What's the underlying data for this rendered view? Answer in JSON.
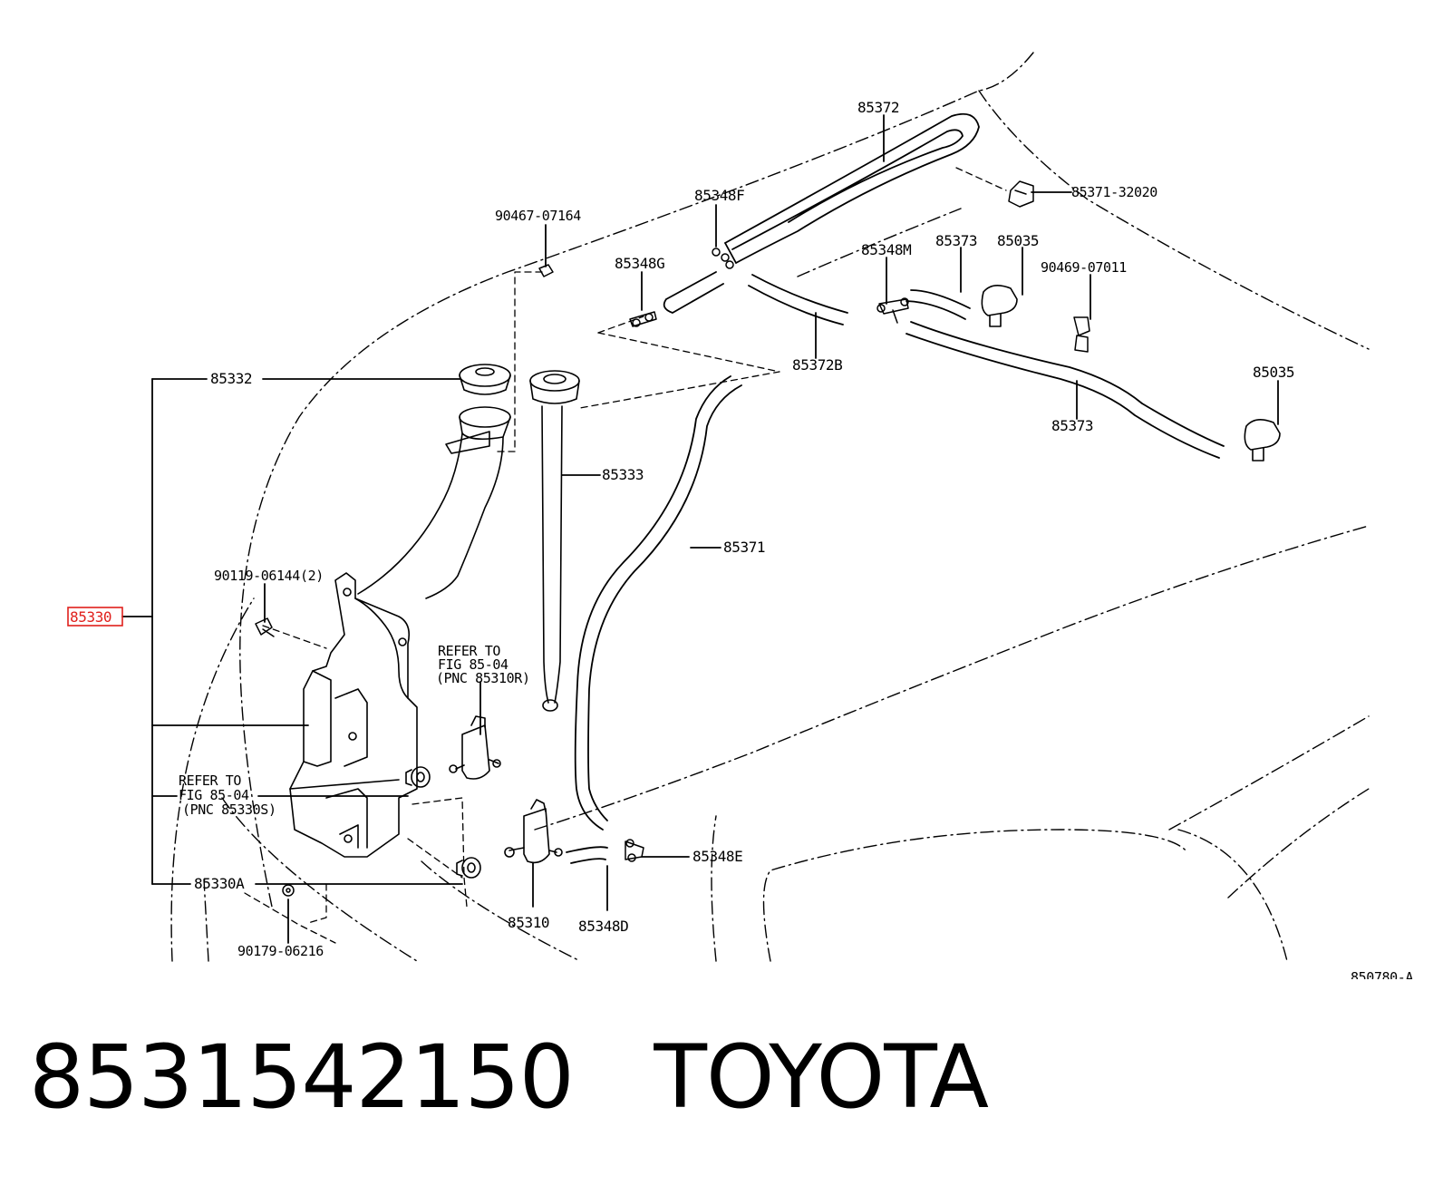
{
  "diagram": {
    "figure_code": "850780-A",
    "highlight_color": "#e0201c",
    "refer_notes": [
      {
        "line1": "REFER TO",
        "line2": "FIG 85-04",
        "line3": "(PNC 85310R)"
      },
      {
        "line1": "REFER TO",
        "line2": "FIG 85-04",
        "line3": "(PNC 85330S)"
      }
    ],
    "labels": {
      "p85372": "85372",
      "p85371_32020": "85371-32020",
      "p85348F": "85348F",
      "p90467_07164": "90467-07164",
      "p85348G": "85348G",
      "p85348M": "85348M",
      "p85373_top": "85373",
      "p85035_top": "85035",
      "p90469_07011": "90469-07011",
      "p85372B": "85372B",
      "p85332": "85332",
      "p85035_right": "85035",
      "p85373_mid": "85373",
      "p85333": "85333",
      "p85371": "85371",
      "p90119_06144": "90119-06144(2)",
      "p85330": "85330",
      "p85348E": "85348E",
      "p85330A": "85330A",
      "p85310": "85310",
      "p85348D": "85348D",
      "p90179_06216": "90179-06216"
    }
  },
  "footer": {
    "part_number": "8531542150",
    "brand": "TOYOTA"
  }
}
